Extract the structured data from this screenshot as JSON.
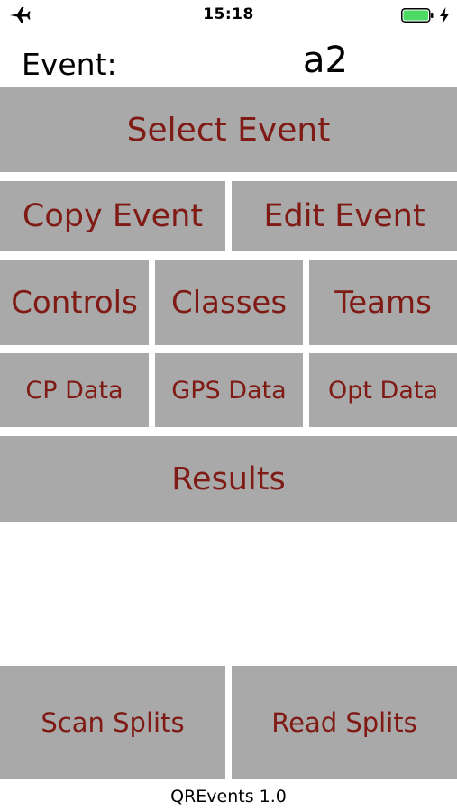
{
  "status_bar": {
    "time": "15:18",
    "airplane_icon": "airplane-icon",
    "battery_icon": "battery-icon",
    "charging_icon": "charging-bolt-icon",
    "battery_color": "#4cd964"
  },
  "header": {
    "event_label": "Event:",
    "event_value": "a2"
  },
  "buttons": {
    "select_event": "Select Event",
    "copy_event": "Copy Event",
    "edit_event": "Edit Event",
    "controls": "Controls",
    "classes": "Classes",
    "teams": "Teams",
    "cp_data": "CP Data",
    "gps_data": "GPS Data",
    "opt_data": "Opt Data",
    "results": "Results",
    "scan_splits": "Scan Splits",
    "read_splits": "Read Splits"
  },
  "footer": {
    "version": "QREvents 1.0"
  },
  "colors": {
    "button_bg": "#a9a9a9",
    "button_text": "#7f1a14"
  }
}
